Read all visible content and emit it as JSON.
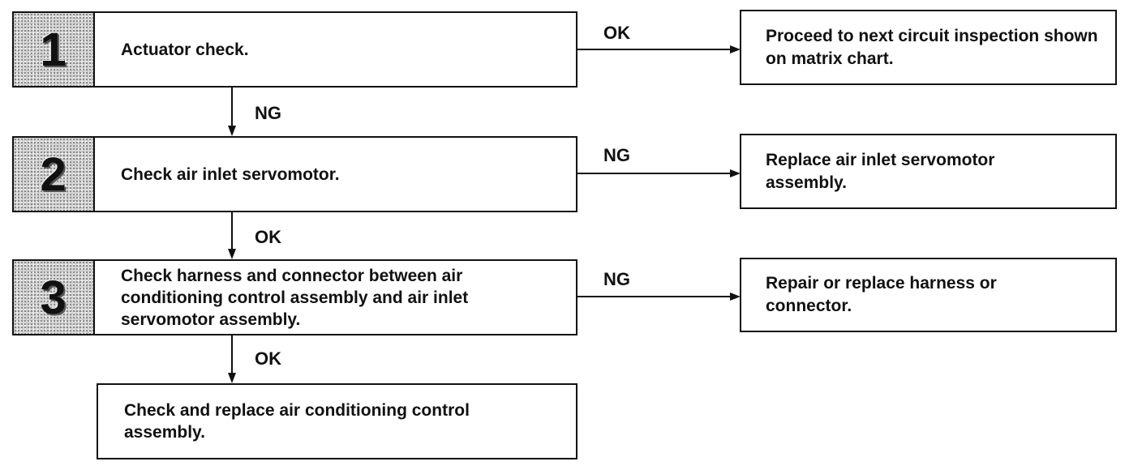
{
  "steps": [
    {
      "number": "1",
      "text": "Actuator check."
    },
    {
      "number": "2",
      "text": "Check air inlet servomotor."
    },
    {
      "number": "3",
      "text": "Check harness and connector between air conditioning control assembly and air inlet servomotor assembly."
    }
  ],
  "final_step": {
    "text": "Check and replace air conditioning control assembly."
  },
  "results": [
    {
      "text": "Proceed to next circuit inspection shown on matrix chart."
    },
    {
      "text": "Replace air inlet servomotor assembly."
    },
    {
      "text": "Repair or replace harness or connector."
    }
  ],
  "branch_labels": {
    "step1_right": "OK",
    "step1_down": "NG",
    "step2_right": "NG",
    "step2_down": "OK",
    "step3_right": "NG",
    "step3_down": "OK"
  }
}
